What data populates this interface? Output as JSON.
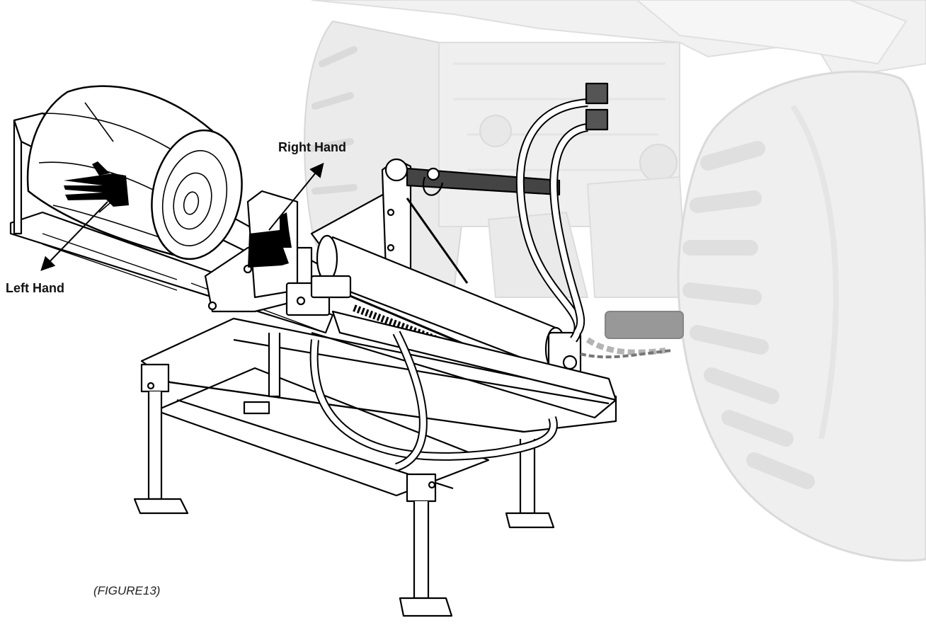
{
  "figure": {
    "labels": {
      "right_hand": "Right Hand",
      "left_hand": "Left Hand"
    },
    "caption": "(FIGURE13)"
  }
}
